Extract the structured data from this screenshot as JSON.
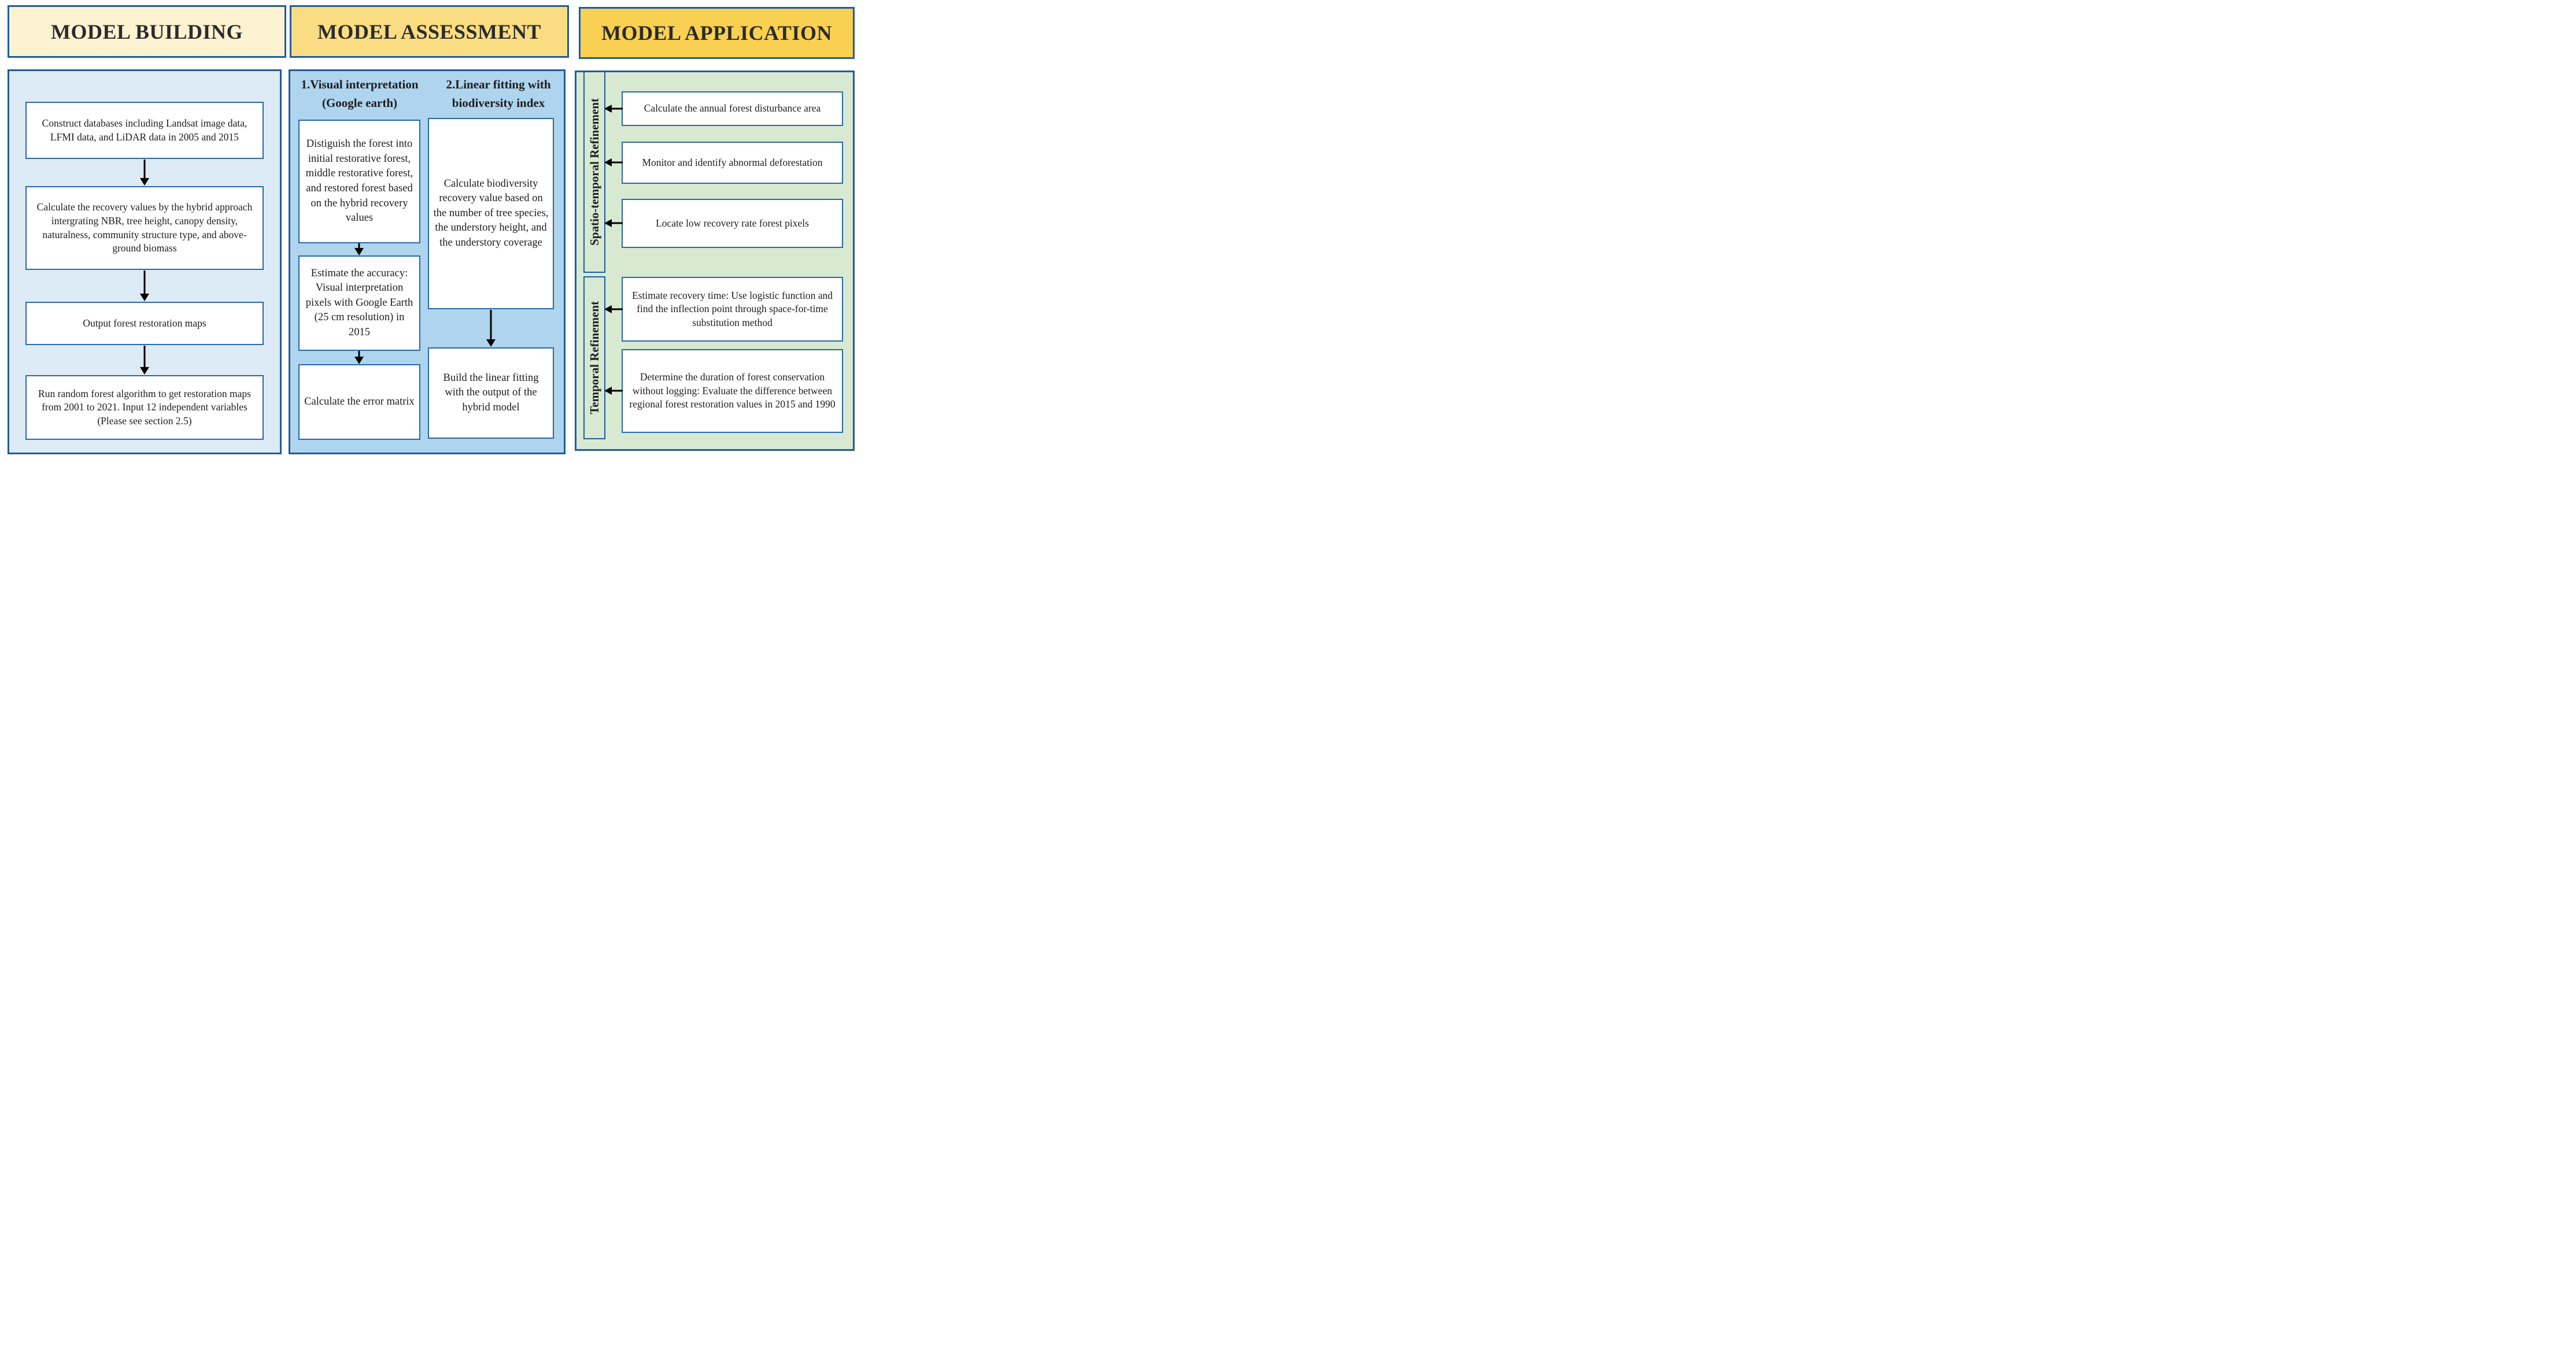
{
  "headers": {
    "building": "MODEL BUILDING",
    "assessment": "MODEL ASSESSMENT",
    "application": "MODEL APPLICATION"
  },
  "building": {
    "steps": [
      "Construct databases including Landsat image data, LFMI data, and LiDAR data in 2005 and 2015",
      "Calculate the recovery values by the hybrid approach intergrating NBR, tree height, canopy density, naturalness, community structure type, and above-ground biomass",
      "Output forest restoration maps",
      "Run random forest algorithm to get restoration maps from 2001 to 2021. Input 12 independent variables (Please see section 2.5)"
    ]
  },
  "assessment": {
    "visual": {
      "title1": "1.Visual interpretation",
      "title2": "(Google earth)",
      "steps": [
        "Distiguish the forest into initial restorative forest, middle restorative forest, and restored forest based on the hybrid recovery values",
        "Estimate the accuracy: Visual interpretation pixels with Google Earth (25 cm resolution) in 2015",
        "Calculate the error matrix"
      ]
    },
    "linear": {
      "title1": "2.Linear fitting with",
      "title2": "biodiversity index",
      "steps": [
        "Calculate biodiversity recovery value based on the number of tree species, the understory height, and the understory coverage",
        "Build the linear fitting with the output of the hybrid model"
      ]
    }
  },
  "application": {
    "spatio": {
      "label": "Spatio-temporal Refinement",
      "steps": [
        "Calculate the annual forest disturbance area",
        "Monitor and identify abnormal deforestation",
        "Locate low recovery rate forest pixels"
      ]
    },
    "temporal": {
      "label": "Temporal Refinement",
      "steps": [
        "Estimate recovery time: Use logistic function and find the inflection point through space-for-time substitution method",
        "Determine the duration of forest conservation without logging: Evaluate the difference between regional forest restoration values in 2015 and 1990"
      ]
    }
  },
  "colors": {
    "border_blue": "#1f5c9c",
    "box_border_blue": "#2767ae",
    "header1_bg": "#fdf3d3",
    "header2_bg": "#fadd82",
    "header3_bg": "#f9d051",
    "panel1_bg": "#ddebf7",
    "panel2_bg": "#aed4ee",
    "panel3_bg": "#d7e9d0",
    "arrow_black": "#000000",
    "text_dark": "#1c1c1c"
  }
}
